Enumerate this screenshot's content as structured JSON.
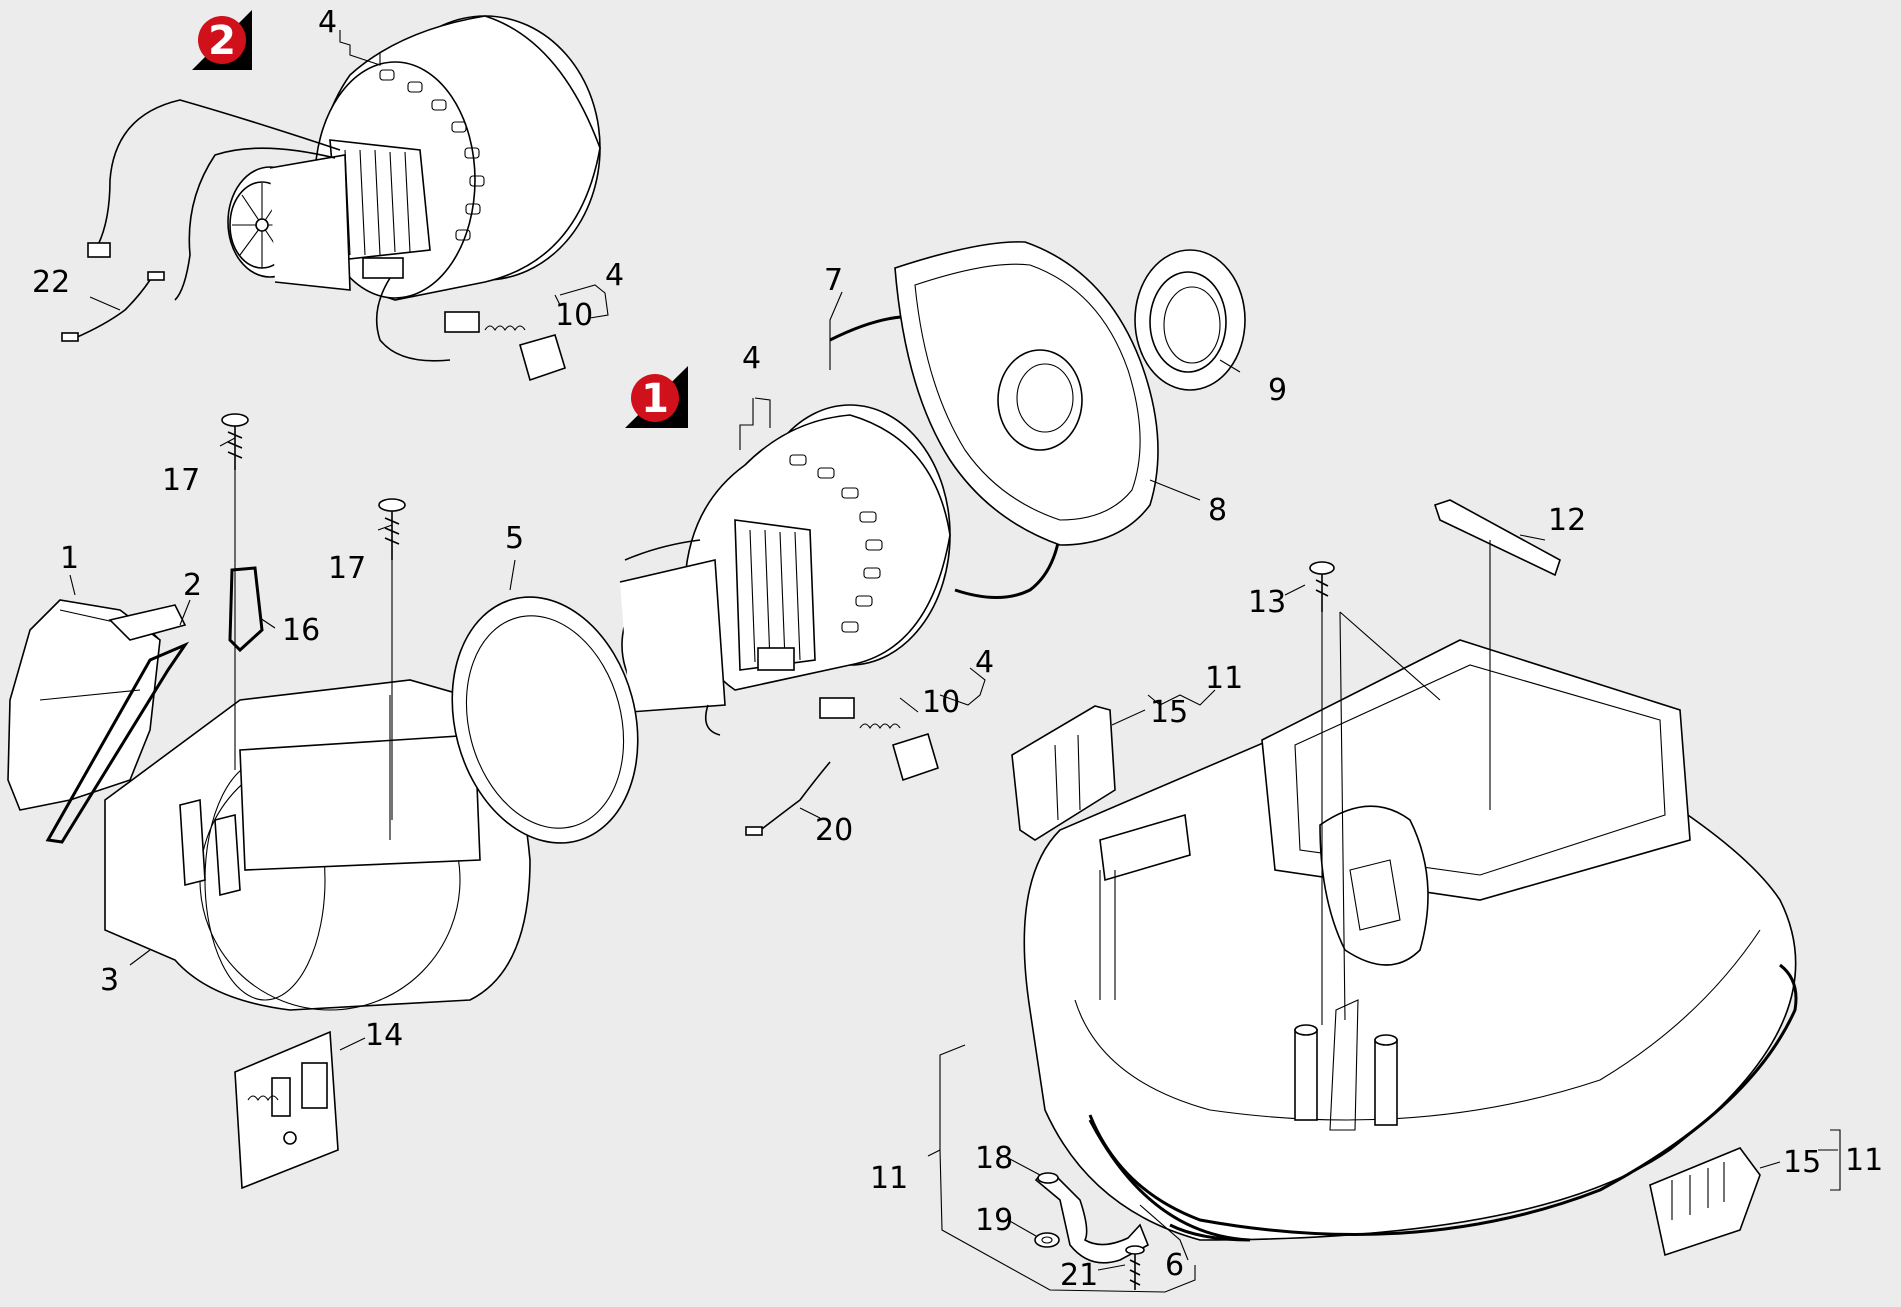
{
  "diagram": {
    "badge_colors": {
      "fill": "#d0101a",
      "shadow": "#000000"
    },
    "badges": [
      {
        "id": "b2",
        "number": "2"
      },
      {
        "id": "b1",
        "number": "1"
      }
    ],
    "callouts": [
      {
        "id": "c4a",
        "text": "4"
      },
      {
        "id": "c22",
        "text": "22"
      },
      {
        "id": "c4b",
        "text": "4"
      },
      {
        "id": "c10a",
        "text": "10"
      },
      {
        "id": "c7",
        "text": "7"
      },
      {
        "id": "c9",
        "text": "9"
      },
      {
        "id": "c4c",
        "text": "4"
      },
      {
        "id": "c8",
        "text": "8"
      },
      {
        "id": "c17a",
        "text": "17"
      },
      {
        "id": "c17b",
        "text": "17"
      },
      {
        "id": "c5",
        "text": "5"
      },
      {
        "id": "c1",
        "text": "1"
      },
      {
        "id": "c2",
        "text": "2"
      },
      {
        "id": "c16",
        "text": "16"
      },
      {
        "id": "c12",
        "text": "12"
      },
      {
        "id": "c13",
        "text": "13"
      },
      {
        "id": "c11a",
        "text": "11"
      },
      {
        "id": "c15a",
        "text": "15"
      },
      {
        "id": "c4d",
        "text": "4"
      },
      {
        "id": "c10b",
        "text": "10"
      },
      {
        "id": "c20",
        "text": "20"
      },
      {
        "id": "c3",
        "text": "3"
      },
      {
        "id": "c14",
        "text": "14"
      },
      {
        "id": "c11b",
        "text": "11"
      },
      {
        "id": "c18",
        "text": "18"
      },
      {
        "id": "c19",
        "text": "19"
      },
      {
        "id": "c21",
        "text": "21"
      },
      {
        "id": "c6",
        "text": "6"
      },
      {
        "id": "c15b",
        "text": "15"
      },
      {
        "id": "c11c",
        "text": "11"
      }
    ]
  }
}
